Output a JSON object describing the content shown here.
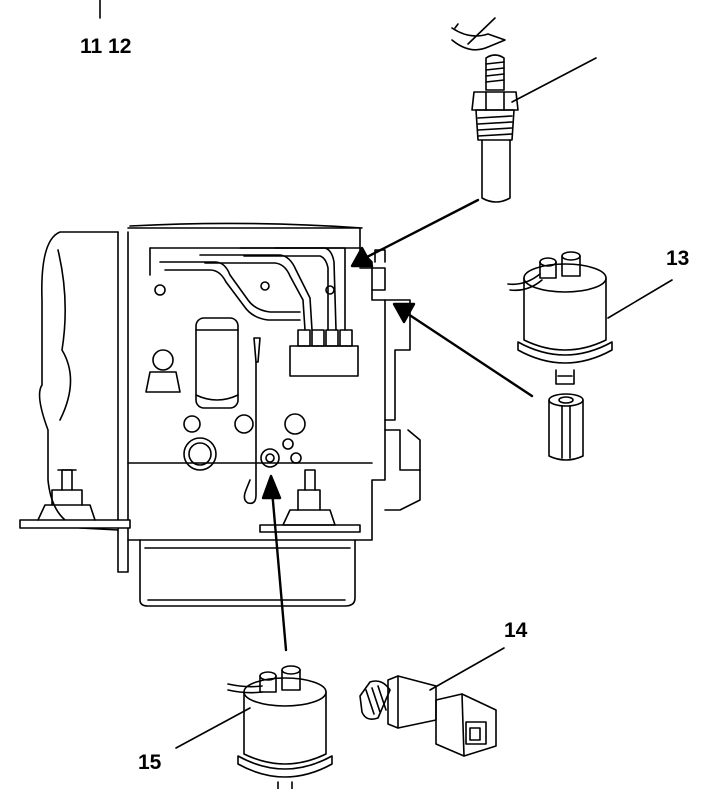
{
  "callouts": {
    "c11_12": "11 12",
    "c13": "13",
    "c14": "14",
    "c15": "15"
  },
  "colors": {
    "ink": "#000000",
    "paper": "#ffffff",
    "shade": "#dcdcdc"
  }
}
